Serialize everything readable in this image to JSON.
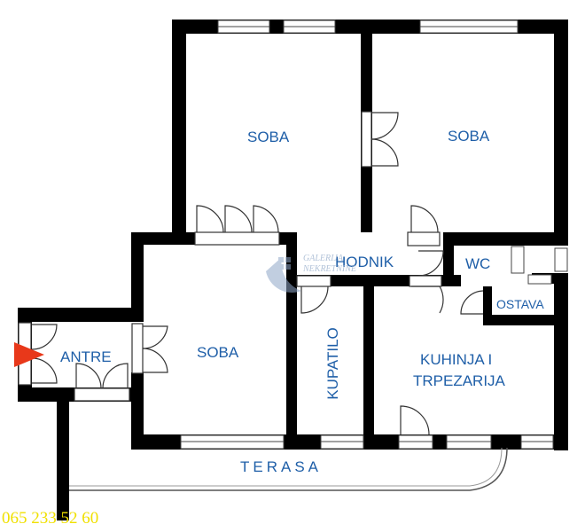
{
  "rooms": {
    "soba_top_left": "SOBA",
    "soba_top_right": "SOBA",
    "soba_middle": "SOBA",
    "hodnik": "HODNIK",
    "wc": "WC",
    "ostava": "OSTAVA",
    "antre": "ANTRE",
    "kupatilo": "KUPATILO",
    "kuhinja_line1": "KUHINJA I",
    "kuhinja_line2": "TRPEZARIJA",
    "terasa": "TERASA"
  },
  "phone": "065 233 52 60",
  "watermark": {
    "line1": "GALERIJA",
    "line2": "NEKRETNINE"
  },
  "colors": {
    "wall": "#000000",
    "label": "#1f5fa8",
    "entrance_arrow": "#e8381a",
    "phone": "#f0e000"
  },
  "icons": {
    "entrance": "entrance-arrow-icon",
    "watermark": "agency-logo-icon"
  }
}
